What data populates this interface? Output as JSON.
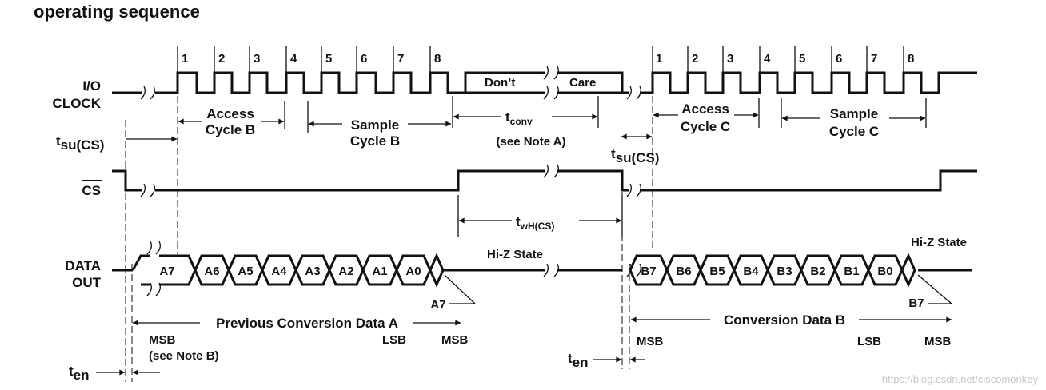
{
  "title": "operating sequence",
  "watermark": "https://blog.csdn.net/ciscomonkey",
  "signals": {
    "io_clock": [
      "I/O",
      "CLOCK"
    ],
    "cs": "CS",
    "data_out": [
      "DATA",
      "OUT"
    ]
  },
  "clock_numbers": [
    "1",
    "2",
    "3",
    "4",
    "5",
    "6",
    "7",
    "8"
  ],
  "dont_care": [
    "Don’t",
    "Care"
  ],
  "timing": {
    "access_b": [
      "Access",
      "Cycle B"
    ],
    "sample_b": [
      "Sample",
      "Cycle B"
    ],
    "tconv_main": "t",
    "tconv_sub": "conv",
    "note_a": "(see Note A)",
    "access_c": [
      "Access",
      "Cycle C"
    ],
    "sample_c": [
      "Sample",
      "Cycle C"
    ],
    "tsu_main": "t",
    "tsu_sub": "su(CS)",
    "twh_main": "t",
    "twh_sub": "wH(CS)",
    "ten_main": "t",
    "ten_sub": "en"
  },
  "data_cells_a": [
    "A7",
    "A6",
    "A5",
    "A4",
    "A3",
    "A2",
    "A1",
    "A0"
  ],
  "data_cells_b": [
    "B7",
    "B6",
    "B5",
    "B4",
    "B3",
    "B2",
    "B1",
    "B0"
  ],
  "hiz": "Hi-Z State",
  "callouts": {
    "a7": "A7",
    "b7": "B7",
    "msb": "MSB",
    "lsb": "LSB",
    "note_b": "(see Note B)",
    "prev_conv": "Previous Conversion Data A",
    "conv_b": "Conversion Data B"
  }
}
